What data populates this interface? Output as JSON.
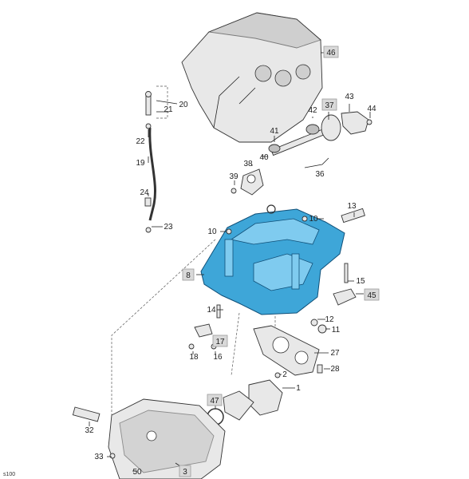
{
  "diagram": {
    "highlight_color": "#3ea6d8",
    "callouts": [
      "46",
      "20",
      "21",
      "22",
      "19",
      "42",
      "37",
      "43",
      "44",
      "41",
      "40",
      "38",
      "36",
      "39",
      "24",
      "23",
      "10",
      "13",
      "8",
      "15",
      "45",
      "14",
      "12",
      "11",
      "17",
      "16",
      "18",
      "27",
      "2",
      "28",
      "1",
      "47",
      "32",
      "33",
      "50",
      "3"
    ],
    "boxed_callouts": [
      "46",
      "37",
      "8",
      "45",
      "17",
      "47",
      "3"
    ],
    "corner_text": "s100"
  }
}
